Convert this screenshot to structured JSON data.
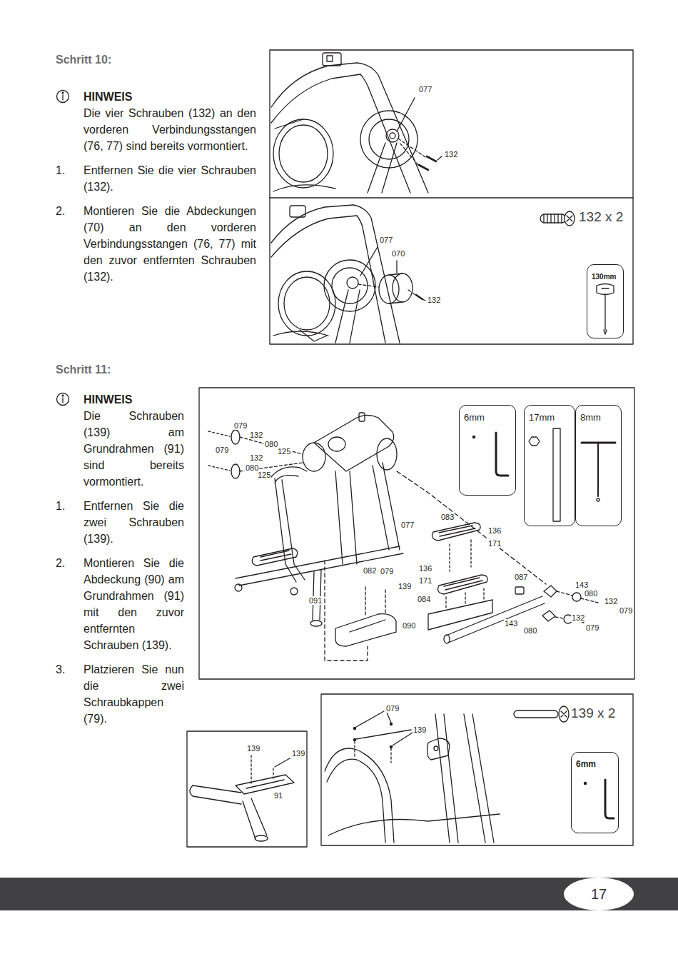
{
  "diagram": {
    "nodes": [
      {
        "text": [
          "130mm"
        ]
      },
      {
        "text": [
          "6mm"
        ]
      },
      {
        "text": [
          "17mm"
        ]
      },
      {
        "text": [
          "8mm"
        ]
      },
      {
        "text": [
          "6mm"
        ]
      },
      {
        "text": [
          "17"
        ]
      }
    ],
    "labels": [
      "Schritt 10:",
      "HINWEIS",
      "Die vier Schrauben (132) an den vorderen Verbindungsstangen (76, 77) sind bereits vormontiert.",
      "1.",
      "Entfernen Sie die vier Schrauben (132).",
      "2.",
      "Montieren Sie die Abdeckungen (70) an den vorderen Verbindungsstangen (76, 77) mit den zuvor entfernten Schrauben (132).",
      "077",
      "132",
      "077",
      "070",
      "132",
      "132 x 2",
      "Schritt 11:",
      "HINWEIS",
      "Die Schrauben (139) am Grundrahmen (91) sind bereits vormontiert.",
      "1.",
      "Entfernen Sie die zwei Schrauben (139).",
      "2.",
      "Montieren Sie die Abdeckung (90) am Grundrahmen (91) mit den zuvor entfernten Schrauben (139).",
      "3.",
      "Platzieren Sie nun die zwei Schraubkappen (79).",
      "079",
      "132",
      "080",
      "125",
      "079",
      "132",
      "080",
      "125",
      "077",
      "083",
      "136",
      "171",
      "136",
      "171",
      "082",
      "079",
      "139",
      "091",
      "084",
      "090",
      "087",
      "143",
      "080",
      "132",
      "079",
      "132",
      "143",
      "080",
      "079",
      "139",
      "139",
      "91",
      "079",
      "139",
      "139 x 2"
    ]
  }
}
